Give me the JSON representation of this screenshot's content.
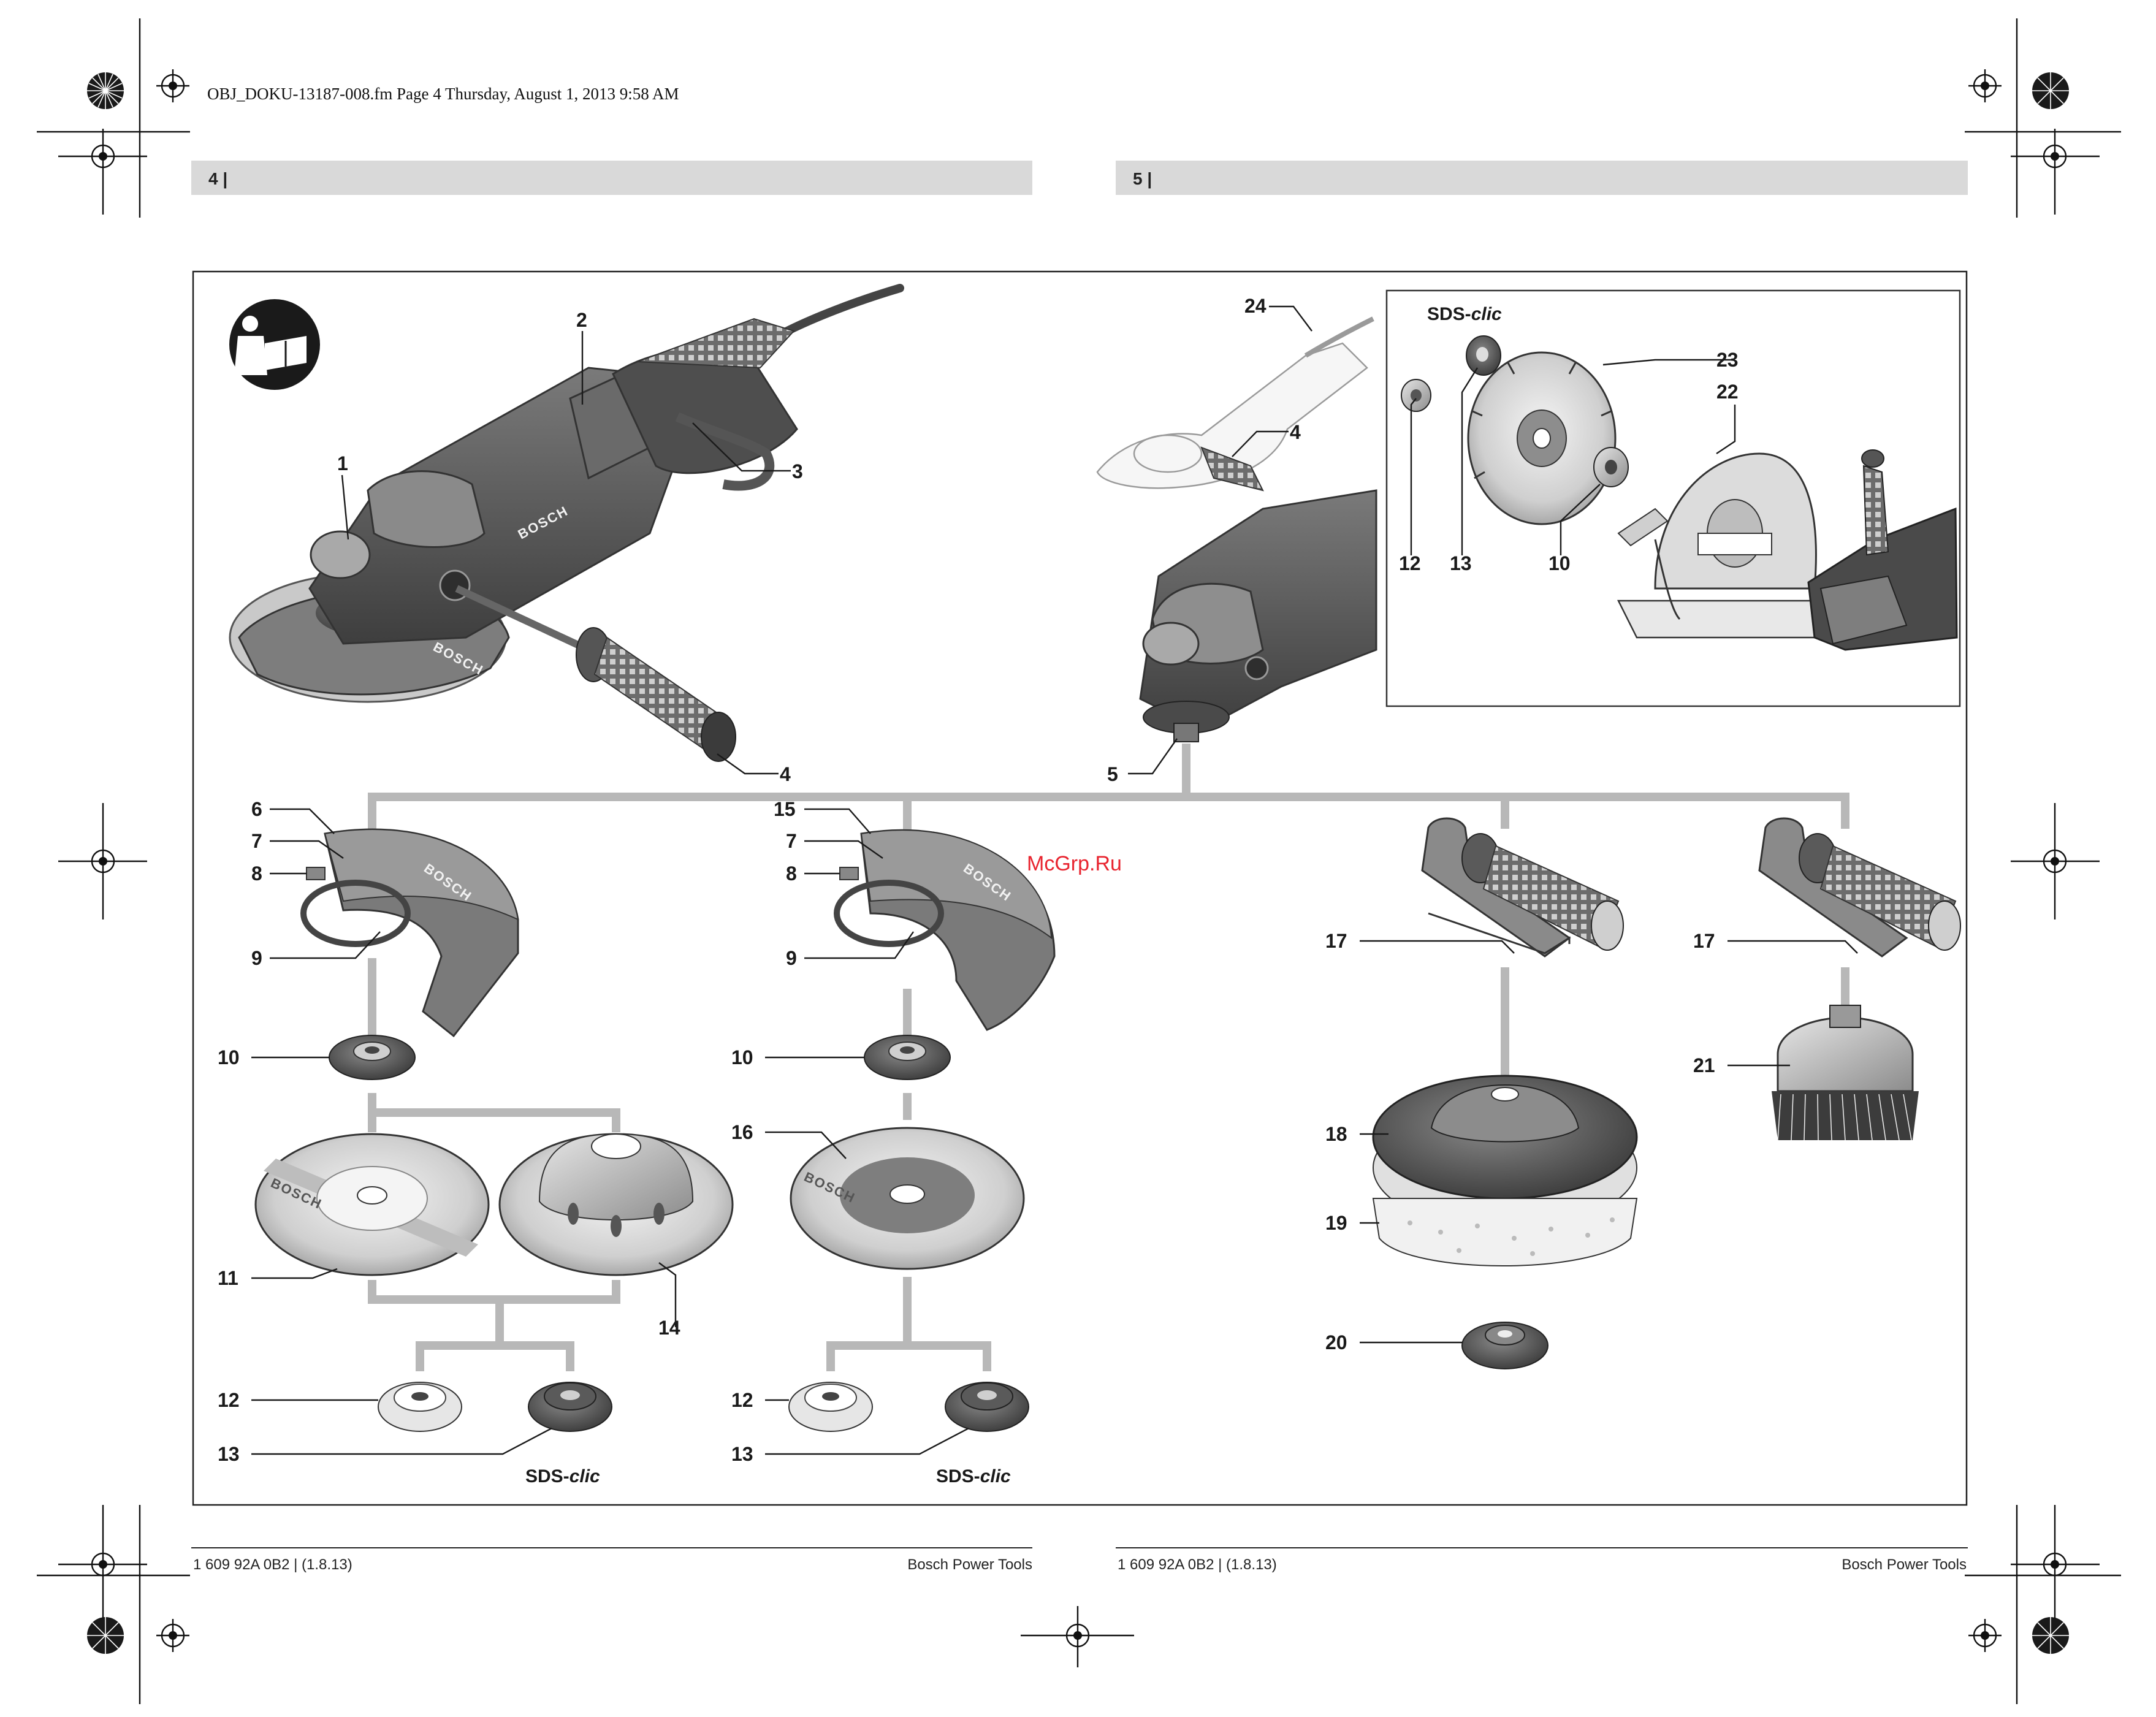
{
  "header": {
    "file_info": "OBJ_DOKU-13187-008.fm  Page 4  Thursday, August 1, 2013  9:58 AM",
    "page_left": "4 |",
    "page_right": "5 |"
  },
  "footer": {
    "doc_number_left": "1 609 92A 0B2 | (1.8.13)",
    "brand_left": "Bosch Power Tools",
    "doc_number_right": "1 609 92A 0B2 | (1.8.13)",
    "brand_right": "Bosch Power Tools"
  },
  "watermark": "McGrp.Ru",
  "sds_label": {
    "prefix": "SDS-",
    "suffix": "clic"
  },
  "brand_mark": "BOSCH",
  "part_labels": {
    "p1": "1",
    "p2": "2",
    "p3": "3",
    "p4a": "4",
    "p4b": "4",
    "p5": "5",
    "p6": "6",
    "p7a": "7",
    "p8a": "8",
    "p9a": "9",
    "p10a": "10",
    "p11": "11",
    "p14": "14",
    "p12a": "12",
    "p13a": "13",
    "p15": "15",
    "p7b": "7",
    "p8b": "8",
    "p9b": "9",
    "p10b": "10",
    "p16": "16",
    "p12b": "12",
    "p13b": "13",
    "p17a": "17",
    "p18": "18",
    "p19": "19",
    "p20": "20",
    "p17b": "17",
    "p21": "21",
    "p24": "24",
    "p23": "23",
    "p22": "22",
    "p12c": "12",
    "p13c": "13",
    "p10c": "10"
  },
  "icons": {
    "manual": "read-manual-icon",
    "registration": "crosshair-registration-mark"
  },
  "colors": {
    "connector": "#b8b8b8",
    "band": "#d9d9d9",
    "tool_body": "#5f5f5f",
    "watermark": "#e8242f"
  }
}
